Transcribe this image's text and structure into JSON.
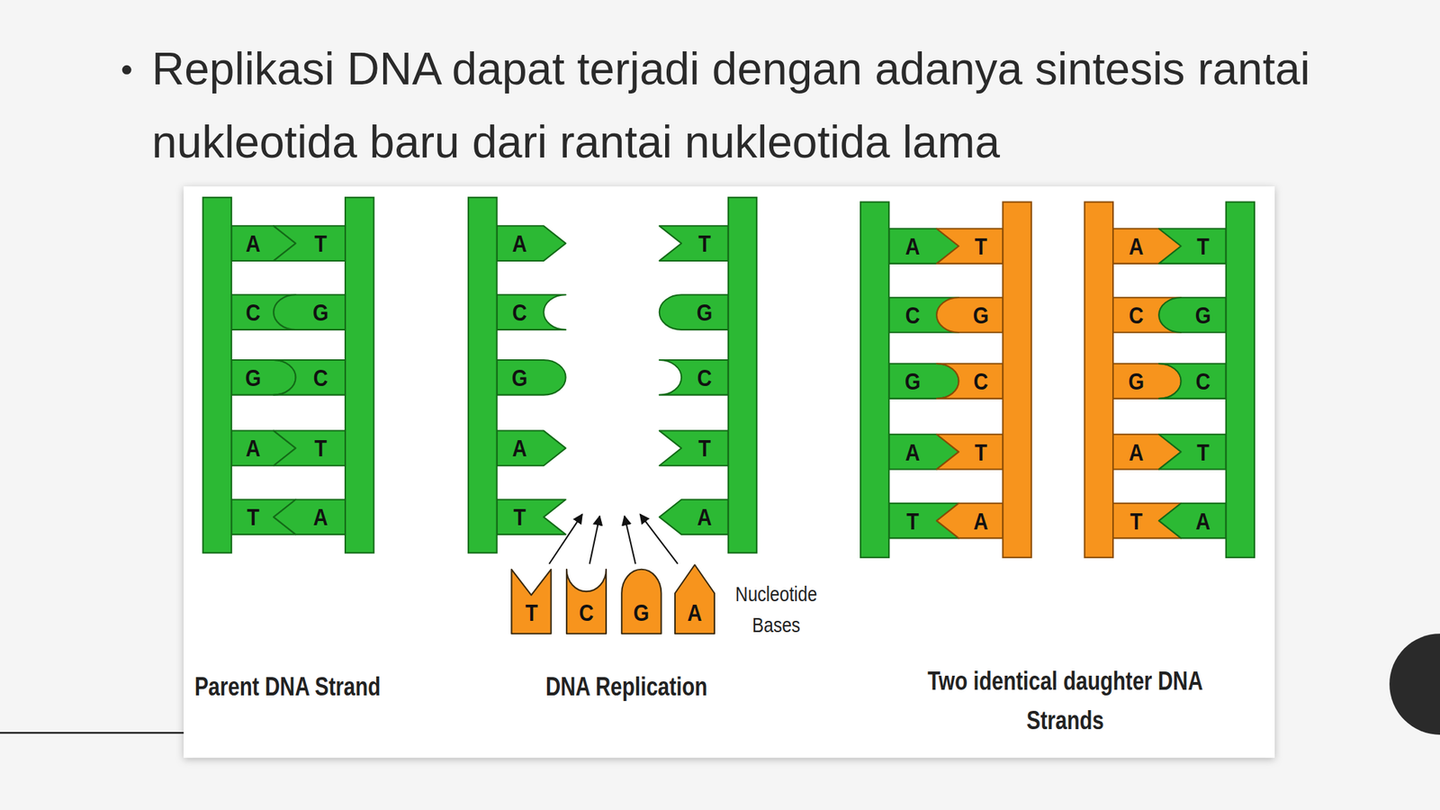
{
  "diagram": {
    "title": "Replikasi DNA dapat terjadi dengan adanya sintesis rantai nukleotida baru dari rantai nukleotida lama",
    "labels": [
      "A",
      "T",
      "C",
      "G",
      "G",
      "C",
      "A",
      "T",
      "T",
      "A",
      "A",
      "T",
      "C",
      "G",
      "G",
      "C",
      "A",
      "T",
      "T",
      "A",
      "T",
      "C",
      "G",
      "A",
      "Nucleotide Bases",
      "A",
      "T",
      "C",
      "G",
      "G",
      "C",
      "A",
      "T",
      "T",
      "A",
      "A",
      "T",
      "C",
      "G",
      "G",
      "C",
      "A",
      "T",
      "T",
      "A",
      "Parent DNA Strand",
      "DNA Replication",
      "Two identical daughter DNA Strands"
    ]
  }
}
